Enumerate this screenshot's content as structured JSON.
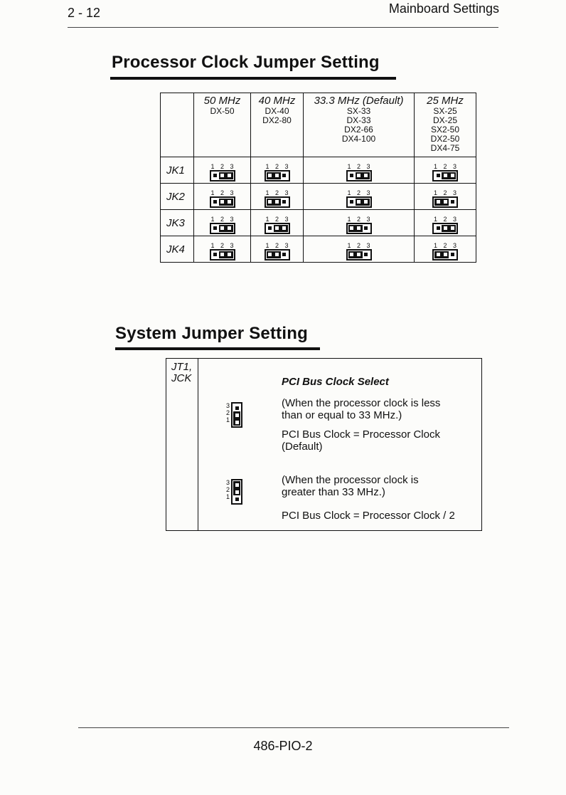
{
  "header": {
    "page_number": "2 - 12",
    "chapter": "Mainboard Settings"
  },
  "section1": {
    "title": "Processor Clock Jumper Setting",
    "columns": [
      {
        "freq": "50 MHz",
        "cpus": [
          "DX-50"
        ]
      },
      {
        "freq": "40 MHz",
        "cpus": [
          "DX-40",
          "DX2-80"
        ]
      },
      {
        "freq": "33.3 MHz (Default)",
        "cpus": [
          "SX-33",
          "DX-33",
          "DX2-66",
          "DX4-100"
        ]
      },
      {
        "freq": "25 MHz",
        "cpus": [
          "SX-25",
          "DX-25",
          "SX2-50",
          "DX2-50",
          "DX4-75"
        ]
      }
    ],
    "pin_numbers": "1 2 3",
    "rows": [
      {
        "label": "JK1",
        "settings": [
          "2-3",
          "1-2",
          "2-3",
          "2-3"
        ]
      },
      {
        "label": "JK2",
        "settings": [
          "2-3",
          "1-2",
          "2-3",
          "1-2"
        ]
      },
      {
        "label": "JK3",
        "settings": [
          "2-3",
          "2-3",
          "1-2",
          "2-3"
        ]
      },
      {
        "label": "JK4",
        "settings": [
          "2-3",
          "1-2",
          "1-2",
          "1-2"
        ]
      }
    ]
  },
  "section2": {
    "title": "System Jumper Setting",
    "label_line1": "JT1,",
    "label_line2": "JCK",
    "heading": "PCI Bus Clock Select",
    "pin_labels": [
      "3",
      "2",
      "1"
    ],
    "option1": {
      "setting": "1-2",
      "condition_line1": "(When the processor clock is less",
      "condition_line2": "than or equal to 33 MHz.)",
      "result_line1": "PCI Bus Clock = Processor Clock",
      "result_line2": "(Default)"
    },
    "option2": {
      "setting": "2-3",
      "condition_line1": "(When the processor clock is",
      "condition_line2": "greater than 33 MHz.)",
      "result_line1": "PCI Bus Clock = Processor Clock / 2"
    }
  },
  "footer": {
    "model": "486-PIO-2"
  }
}
